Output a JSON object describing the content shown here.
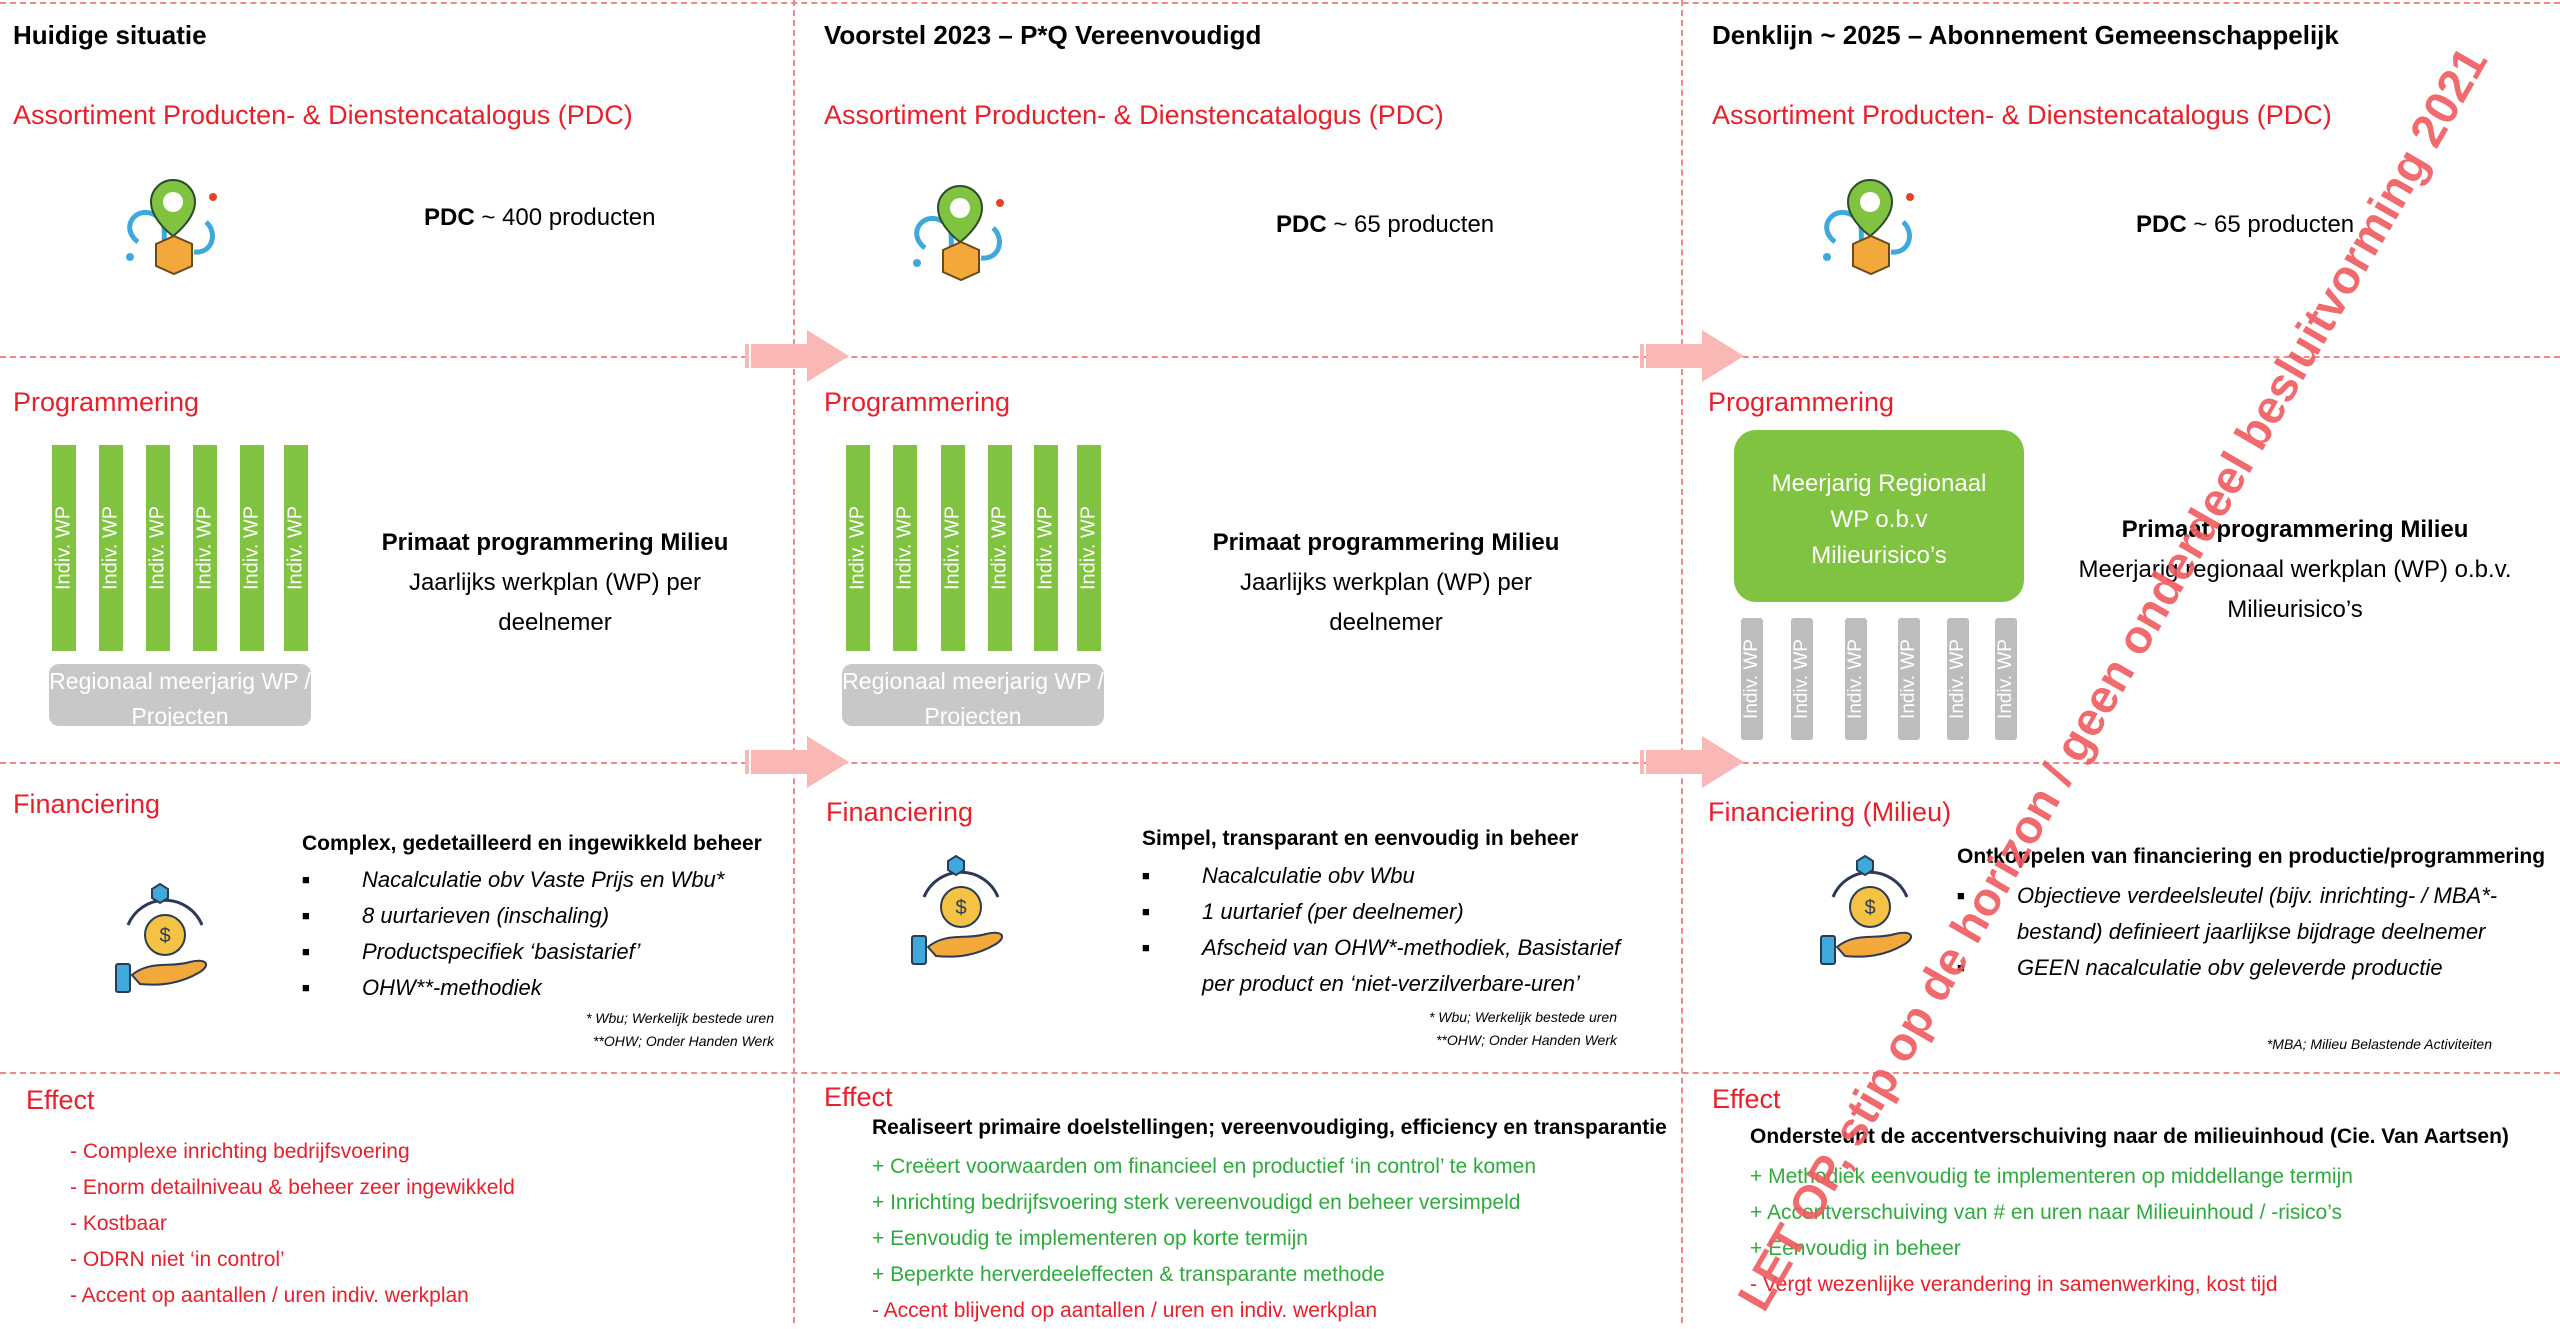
{
  "columns": [
    {
      "title": "Huidige situatie",
      "pdc_label": "Assortiment Producten- & Dienstencatalogus (PDC)",
      "pdc_bold": "PDC",
      "pdc_rest": " ~ 400 producten",
      "prog_label": "Programmering",
      "wp_bars": [
        "Indiv. WP",
        "Indiv. WP",
        "Indiv. WP",
        "Indiv. WP",
        "Indiv. WP",
        "Indiv. WP"
      ],
      "grey_box": "Regionaal meerjarig WP / Projecten",
      "prog_title": "Primaat programmering Milieu",
      "prog_lines": [
        "Jaarlijks werkplan (WP) per",
        "deelnemer"
      ],
      "fin_label": "Financiering",
      "fin_title": "Complex, gedetailleerd en ingewikkeld beheer",
      "fin_bullets": [
        "Nacalculatie obv Vaste Prijs en Wbu*",
        "8 uurtarieven (inschaling)",
        "Productspecifiek ‘basistarief’",
        "OHW**-methodiek"
      ],
      "notes": [
        "* Wbu; Werkelijk bestede uren",
        "**OHW; Onder Handen Werk"
      ],
      "effect_label": "Effect",
      "effect_title": "",
      "effects": [
        {
          "text": "- Complexe inrichting bedrijfsvoering",
          "color": "#e8202a"
        },
        {
          "text": "- Enorm detailniveau & beheer zeer ingewikkeld",
          "color": "#e8202a"
        },
        {
          "text": "- Kostbaar",
          "color": "#e8202a"
        },
        {
          "text": "- ODRN niet ‘in control’",
          "color": "#e8202a"
        },
        {
          "text": "- Accent op aantallen / uren indiv. werkplan",
          "color": "#e8202a"
        }
      ]
    },
    {
      "title": "Voorstel 2023 – P*Q Vereenvoudigd",
      "pdc_label": "Assortiment Producten- & Dienstencatalogus (PDC)",
      "pdc_bold": "PDC",
      "pdc_rest": " ~ 65 producten",
      "prog_label": "Programmering",
      "wp_bars": [
        "Indiv. WP",
        "Indiv. WP",
        "Indiv. WP",
        "Indiv. WP",
        "Indiv. WP",
        "Indiv. WP"
      ],
      "grey_box": "Regionaal meerjarig WP / Projecten",
      "prog_title": "Primaat programmering Milieu",
      "prog_lines": [
        "Jaarlijks werkplan (WP) per",
        "deelnemer"
      ],
      "fin_label": "Financiering",
      "fin_title": "Simpel, transparant en eenvoudig in beheer",
      "fin_bullets": [
        "Nacalculatie obv Wbu",
        "1 uurtarief (per deelnemer)",
        "Afscheid van OHW*-methodiek, Basistarief per product en ‘niet-verzilverbare-uren’"
      ],
      "notes": [
        "* Wbu; Werkelijk bestede uren",
        "**OHW; Onder Handen Werk"
      ],
      "effect_label": "Effect",
      "effect_title": "Realiseert primaire doelstellingen; vereenvoudiging, efficiency en transparantie",
      "effects": [
        {
          "text": "+ Creëert voorwaarden om financieel en productief ‘in control’ te komen",
          "color": "#2eab3c"
        },
        {
          "text": "+ Inrichting bedrijfsvoering sterk vereenvoudigd en beheer versimpeld",
          "color": "#2eab3c"
        },
        {
          "text": "+ Eenvoudig te implementeren op korte termijn",
          "color": "#2eab3c"
        },
        {
          "text": "+ Beperkte herverdeeleffecten & transparante methode",
          "color": "#2eab3c"
        },
        {
          "text": "- Accent blijvend op aantallen / uren en indiv. werkplan",
          "color": "#e8202a"
        }
      ]
    },
    {
      "title": "Denklijn ~ 2025 – Abonnement Gemeenschappelijk",
      "pdc_label": "Assortiment Producten- & Dienstencatalogus (PDC)",
      "pdc_bold": "PDC",
      "pdc_rest": " ~ 65 producten",
      "prog_label": "Programmering",
      "green_box": [
        "Meerjarig Regionaal",
        "WP o.b.v",
        "Milieurisico’s"
      ],
      "wp_bars": [
        "Indiv. WP",
        "Indiv. WP",
        "Indiv. WP",
        "Indiv. WP",
        "Indiv. WP",
        "Indiv. WP"
      ],
      "prog_title": "Primaat programmering Milieu",
      "prog_lines": [
        "Meerjarig regionaal werkplan (WP) o.b.v.",
        "Milieurisico’s"
      ],
      "fin_label": "Financiering (Milieu)",
      "fin_title": "Ontkoppelen van financiering en productie/programmering",
      "fin_bullets": [
        "Objectieve verdeelsleutel (bijv. inrichting- / MBA*-bestand) definieert jaarlijkse bijdrage deelnemer",
        "GEEN nacalculatie obv geleverde productie"
      ],
      "notes": [
        "*MBA; Milieu Belastende Activiteiten"
      ],
      "effect_label": "Effect",
      "effect_title": "Ondersteunt de accentverschuiving naar de milieuinhoud (Cie. Van Aartsen)",
      "effects": [
        {
          "text": "+ Methodiek eenvoudig te implementeren op middellange termijn",
          "color": "#2eab3c"
        },
        {
          "text": "+ Accentverschuiving van # en uren naar Milieuinhoud / -risico’s",
          "color": "#2eab3c"
        },
        {
          "text": "+ Eenvoudig in beheer",
          "color": "#2eab3c"
        },
        {
          "text": "- Vergt wezenlijke verandering in samenwerking, kost tijd",
          "color": "#e8202a"
        }
      ]
    }
  ],
  "watermark": "LET OP, stip op de horizon / geen onderdeel besluitvorming 2021",
  "colors": {
    "accent_red": "#e8202a",
    "positive_green": "#2eab3c",
    "wp_green": "#80c341",
    "divider": "#f08a8a",
    "arrow": "#f9b8b6"
  },
  "icons": [
    "location-pin-package-icon",
    "hand-coin-icon",
    "transition-arrow-icon"
  ]
}
